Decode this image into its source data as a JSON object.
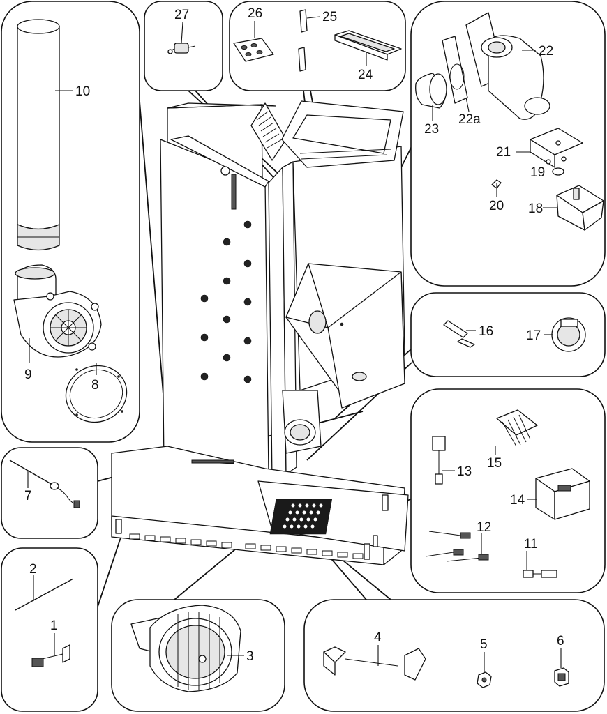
{
  "diagram": {
    "labels": {
      "p1": "1",
      "p2": "2",
      "p3": "3",
      "p4": "4",
      "p5": "5",
      "p6": "6",
      "p7": "7",
      "p8": "8",
      "p9": "9",
      "p10": "10",
      "p11": "11",
      "p12": "12",
      "p13": "13",
      "p14": "14",
      "p15": "15",
      "p16": "16",
      "p17": "17",
      "p18": "18",
      "p19": "19",
      "p20": "20",
      "p21": "21",
      "p22": "22",
      "p22a": "22a",
      "p23": "23",
      "p24": "24",
      "p25": "25",
      "p26": "26",
      "p27": "27"
    }
  }
}
